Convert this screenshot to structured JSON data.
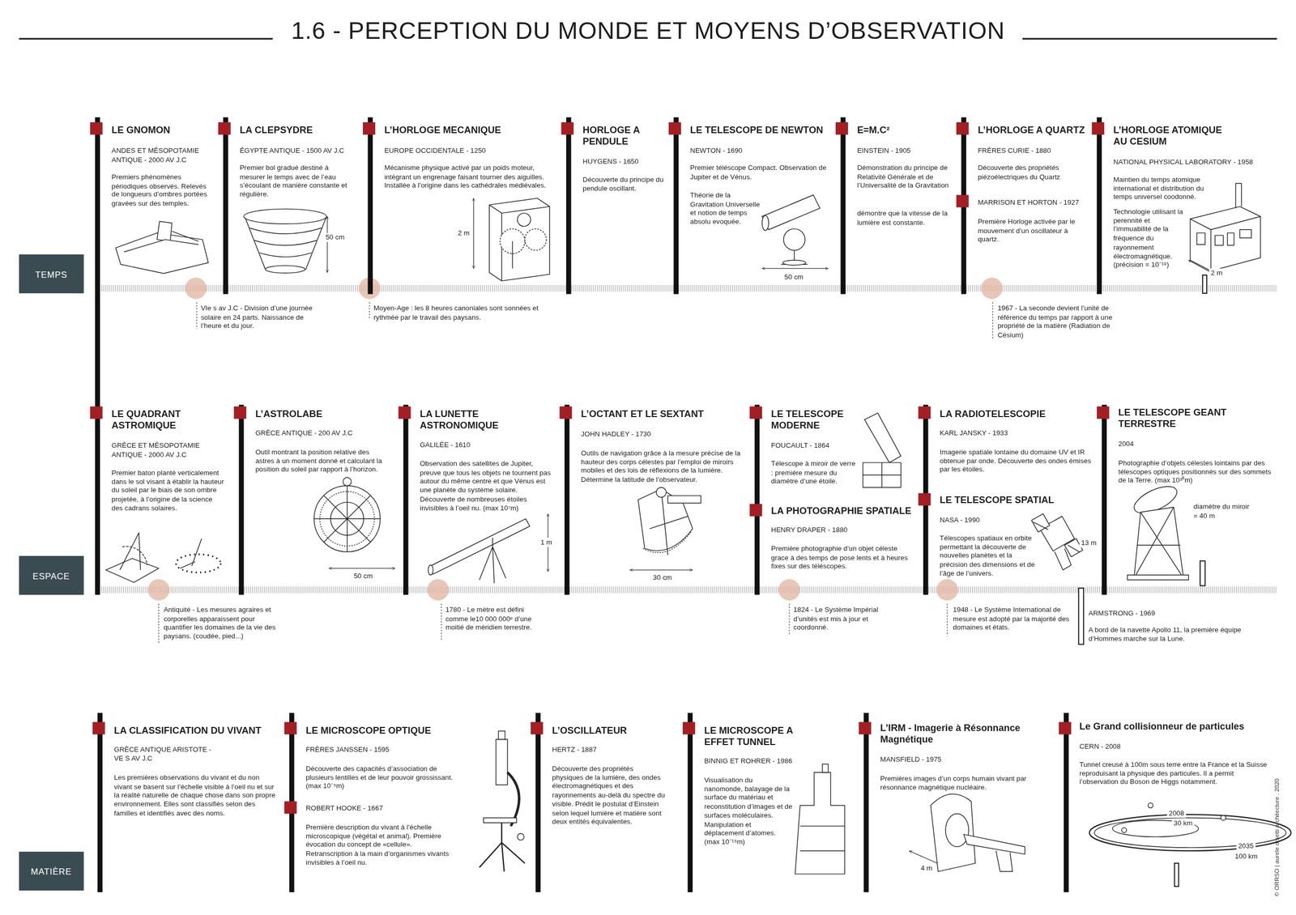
{
  "diagram": {
    "title": "1.6 - PERCEPTION DU MONDE ET MOYENS D’OBSERVATION",
    "nodes": [
      {
        "text": [
          "TEMPS"
        ]
      },
      {
        "text": [
          "ESPACE"
        ]
      },
      {
        "text": [
          "MATIÈRE"
        ]
      }
    ],
    "labels": [
      "LE GNOMON",
      "ANDES ET MÉSOPOTAMIE ANTIQUE - 2000 AV J.C",
      "Premiers phénomènes périodiques observés. Relevés de longueurs d’ombres portées gravées sur des temples.",
      "LA CLEPSYDRE",
      "ÉGYPTE ANTIQUE - 1500 AV J.C",
      "Premier bol gradué destiné à mesurer le temps avec de l’eau s’écoulant de manière constante et régulière.",
      "50 cm",
      "L’HORLOGE MECANIQUE",
      "EUROPE OCCIDENTALE - 1250",
      "Mécanisme physique activé par un poids moteur, intégrant un engrenage faisant tourner des aiguilles. Installée à l’origine dans les cathédrales médiévales.",
      "2 m",
      "HORLOGE A PENDULE",
      "HUYGENS - 1650",
      "Découverte du principe du pendule oscillant.",
      "LE TELESCOPE DE NEWTON",
      "NEWTON - 1690",
      "Premier téléscope Compact. Observation de Jupiter et de Vénus.",
      "Théorie de la Gravitation Universelle et notion de temps absolu evoquée.",
      "50 cm",
      "E=M.C²",
      "EINSTEIN - 1905",
      "Démonstration du principe de Relativité Générale et de l’Universalité de la Gravitation",
      "démontre que la vitesse de la lumière est constante.",
      "L’HORLOGE A QUARTZ",
      "FRÈRES CURIE - 1880",
      "Découverte des propriétés piézoélectriques du Quartz",
      "MARRISON ET HORTON - 1927",
      "Première Horloge activée par le mouvement d’un oscillateur à quartz.",
      "L’HORLOGE ATOMIQUE AU CESIUM",
      "NATIONAL PHYSICAL LABORATORY - 1958",
      "Maintien du temps atomique international et distribution du temps universel coodonné.",
      "Technologie utilisant la perennité et l’immuabilité de la fréquence du rayonnement électromagnétique. (précision = 10⁻¹⁸)",
      "2 m",
      "VIe s av J.C - Division d’une journée solaire en 24 parts. Naissance de l’heure et du jour.",
      "Moyen-Age : les 8 heures canoniales sont sonnées et rythmée par le travail des paysans.",
      "1967 - La seconde devient l’unité de référence du temps par rapport à une propriété de la matière (Radiation de Césium)",
      "LE QUADRANT ASTROMIQUE",
      "GRÈCE ET MÉSOPOTAMIE ANTIQUE - 2000 AV J.C",
      "Premier baton planté verticalement dans le sol visant à établir la hauteur du soleil par le biais de son ombre projetée, à l’origine de la science des cadrans solaires.",
      "L’ASTROLABE",
      "GRÈCE ANTIQUE - 200 AV J.C",
      "Outil montrant la position relative des astres à un moment donné et calculant la position du soleil par rapport à l’horizon.",
      "50 cm",
      "LA LUNETTE ASTRONOMIQUE",
      "GALILÉE - 1610",
      "Observation des satellites de Jupiter, preuve que tous les objets ne tournent pas autour du même centre et que Vénus est une planète du système solaire. Découverte de nombreuses étoiles invisibles à l’oeil nu. (max 10⁷m)",
      "1 m",
      "L’OCTANT ET LE SEXTANT",
      "JOHN HADLEY - 1730",
      "Outils de navigation grâce à la mesure précise de la hauteur des corps célestes par l’emploi de miroirs mobiles et des lois de réflexions de la lumière. Détermine la latitude de l’observateur.",
      "30 cm",
      "LE TELESCOPE MODERNE",
      "FOUCAULT - 1864",
      "Télescope à miroir de verre : première mesure du diamètre d’une étoile.",
      "LA PHOTOGRAPHIE SPATIALE",
      "HENRY DRAPER - 1880",
      "Première photographie d’un objet céleste grace à des temps de pose lents et à heures fixes sur des téléscopes.",
      "LA RADIOTELESCOPIE",
      "KARL JANSKY - 1933",
      "Imagerie spatiale lontaine du domaine UV et IR obtenue par onde. Découverte des ondes émises par les étoiles.",
      "LE TELESCOPE SPATIAL",
      "NASA - 1990",
      "Télescopes spatiaux en orbite permettant la découverte de nouvelles planètes et la précision des dimensions et de l’âge de l’univers.",
      "13 m",
      "LE TELESCOPE GEANT TERRESTRE",
      "2004",
      "Photographie d’objets célestes lointains par des télescopes optiques positionnés sur des sommets de la Terre. (max 10³⁰m)",
      "diamètre du miroir = 40 m",
      "Antiquité - Les mesures agraires et corporelles apparaissent pour quantifier les domaines de la vie des paysans. (coudée, pied...)",
      "1780 - Le mètre est défini comme le10 000 000ᵉ d’une moitié de méridien terrestre.",
      "1824 - Le Système Impérial d’unités est mis à jour et coordonné.",
      "1948 - Le Système International de mesure est adopté par la majorité des domaines et états.",
      "ARMSTRONG - 1969",
      "A bord de la navette Apollo 11, la première équipe d’Hommes marche sur la Lune.",
      "LA CLASSIFICATION DU VIVANT",
      "GRÈCE ANTIQUE ARISTOTE - VE S AV J.C",
      "Les premières observations du vivant et du non vivant se basent sur l’échelle visible à l’oeil nu et sur la réalité naturelle de chaque chose dans son propre environnement. Elles sont classifiés selon des familles et identifiés avec des noms.",
      "LE MICROSCOPE OPTIQUE",
      "FRÈRES JANSSEN - 1595",
      "Découverte des capacités d’association de plusieurs lentilles et de leur pouvoir grossissant. (max 10⁻⁵m)",
      "ROBERT HOOKE - 1667",
      "Première description du vivant à l’échelle microscopique (végétal et animal). Première évocation du concept de «cellule». Retranscription à la main d’organismes vivants invisibles à l’oeil nu.",
      "L’OSCILLATEUR",
      "HERTZ - 1887",
      "Découverte des propriétés physiques de la lumière, des ondes électromagnétiques et des rayonnements au-delà du spectre du visible. Prédit le postulat d’Einstein selon lequel lumière et matière sont deux entités équivalentes.",
      "LE MICROSCOPE A EFFET TUNNEL",
      "BINNIG ET ROHRER - 1986",
      "Visualisation du nanomonde, balayage de la surface du matériau et reconstitution d’images et de surfaces moléculaires. Manipulation et déplacement d’atomes. (max 10⁻¹⁵m)",
      "L’IRM - Imagerie à Résonnance Magnétique",
      "MANSFIELD - 1975",
      "Premières images d’un corps humain vivant par résonnance magnétique nucléaire.",
      "4 m",
      "Le Grand collisionneur de particules",
      "CERN - 2008",
      "Tunnel creusé à 100m sous terre entre la France et la Suisse reproduisant la physique des particules. Il a permit l’observation du Boson de Higgs notamment.",
      "2008",
      "30 km",
      "2035",
      "100 km",
      "© ORRSO | aurele orsetti architecture . 2020"
    ]
  }
}
